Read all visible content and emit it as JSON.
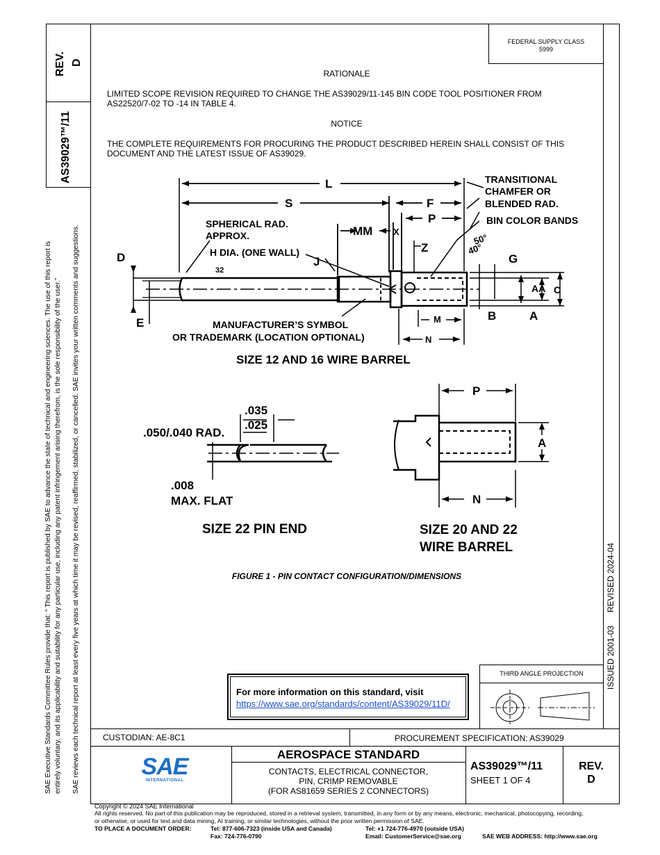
{
  "side_notice": {
    "line1": "SAE Executive Standards Committee Rules provide that: “  This report is published by SAE to advance the state of technical and engineering sciences. The use of this report is",
    "line2": "entirely voluntary, and its applicability and suitability for any particular use, including any patent infringement arising therefrom, is the sole responsibility of the user.”",
    "line3": "SAE reviews each technical report at least every five years at which time it may be revised, reaffirmed, stabilized, or cancelled. SAE invites your written comments and suggestions."
  },
  "left_box": {
    "rev": "REV.",
    "rev_letter": "D",
    "doc_number": "AS39029™/11"
  },
  "right_column": {
    "issued": "ISSUED 2001-03",
    "revised": "REVISED 2024-04"
  },
  "supply_class": {
    "label": "FEDERAL SUPPLY CLASS",
    "value": "5999"
  },
  "rationale": {
    "heading": "RATIONALE",
    "text": "LIMITED SCOPE REVISION REQUIRED TO CHANGE THE AS39029/11-145 BIN CODE TOOL POSITIONER FROM AS22520/7-02 TO -14 IN TABLE 4."
  },
  "notice": {
    "heading": "NOTICE",
    "text": "THE COMPLETE REQUIREMENTS FOR PROCURING THE PRODUCT DESCRIBED HEREIN SHALL CONSIST OF THIS DOCUMENT AND THE LATEST ISSUE OF AS39029."
  },
  "figure": {
    "labels": {
      "L": "L",
      "S": "S",
      "F": "F",
      "P": "P",
      "MM": "MM",
      "X": "X",
      "Z": "Z",
      "D": "D",
      "E": "E",
      "J": "J",
      "G": "G",
      "B": "B",
      "A": "A",
      "AA": "AA",
      "C": "C",
      "M": "M",
      "N": "N",
      "angle50": "50°",
      "angle40": "40°",
      "finish": "32",
      "transitional": "TRANSITIONAL",
      "chamfer": "CHAMFER OR",
      "blended": "BLENDED RAD.",
      "bin_color": "BIN COLOR BANDS",
      "spherical1": "SPHERICAL RAD.",
      "spherical2": "APPROX.",
      "hdia": "H DIA. (ONE WALL)",
      "mfr1": "MANUFACTURER’S SYMBOL",
      "mfr2": "OR TRADEMARK (LOCATION OPTIONAL)",
      "size12_16": "SIZE 12 AND 16 WIRE BARREL",
      "d035": ".035",
      "d025": ".025",
      "rad": ".050/.040 RAD.",
      "d008": ".008",
      "maxflat": "MAX. FLAT",
      "size22": "SIZE 22 PIN END",
      "size20_22a": "SIZE 20 AND 22",
      "size20_22b": "WIRE BARREL"
    },
    "caption": "FIGURE 1 - PIN CONTACT CONFIGURATION/DIMENSIONS"
  },
  "more_info": {
    "text": "For more information on this standard, visit",
    "link": "https://www.sae.org/standards/content/AS39029/11D/"
  },
  "projection": {
    "label": "THIRD ANGLE PROJECTION"
  },
  "custodian": "CUSTODIAN: AE-8C1",
  "procurement": "PROCUREMENT SPECIFICATION: AS39029",
  "title_block": {
    "logo": "SAE",
    "logo_sub": "INTERNATIONAL",
    "standard": "AEROSPACE STANDARD",
    "desc1": "CONTACTS, ELECTRICAL CONNECTOR,",
    "desc2": "PIN, CRIMP REMOVABLE",
    "desc3": "(FOR AS81659 SERIES 2 CONNECTORS)",
    "doc_number": "AS39029™/11",
    "sheet": "SHEET 1 OF 4",
    "rev": "REV.",
    "rev_letter": "D"
  },
  "footer": {
    "copyright": "Copyright © 2024 SAE International",
    "rights1": "All rights reserved. No part of this publication may be reproduced, stored in a retrieval system, transmitted, in any form or by any means, electronic, mechanical, photocopying, recording,",
    "rights2": "or otherwise, or used for text and data mining, AI training, or similar technologies, without the prior written permission of SAE.",
    "order_label": "TO PLACE A DOCUMENT ORDER:",
    "tel1": "Tel:  877-606-7323 (inside USA and Canada)",
    "fax": "Fax:  724-776-0790",
    "tel2": "Tel: +1 724-776-4970 (outside USA)",
    "email": "Email: CustomerService@sae.org",
    "web": "SAE WEB ADDRESS: http://www.sae.org"
  }
}
